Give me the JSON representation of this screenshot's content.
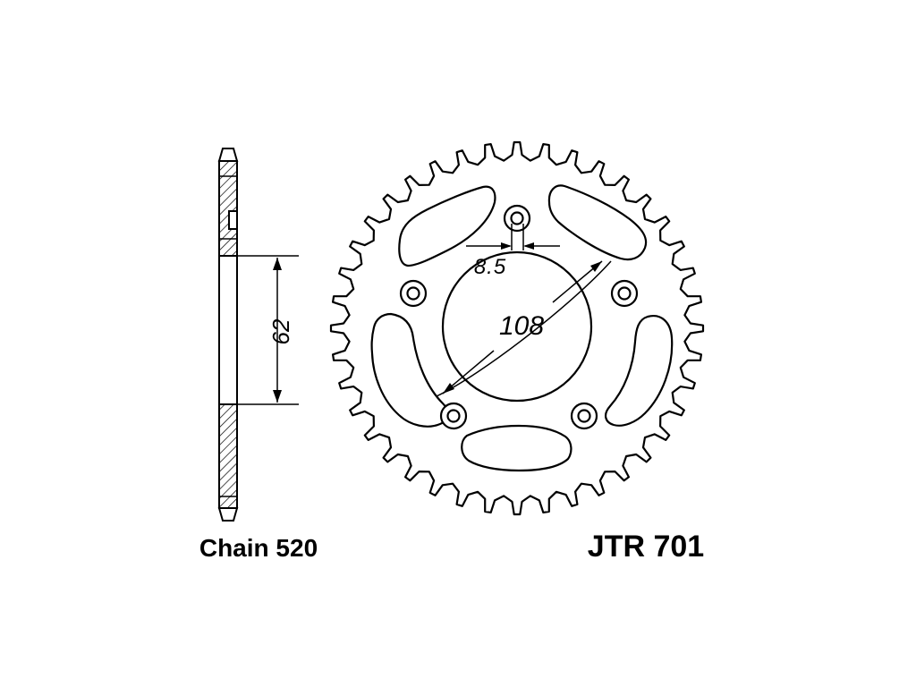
{
  "labels": {
    "chain": "Chain 520",
    "part_number": "JTR 701"
  },
  "dimensions": {
    "bolt_hole": "8.5",
    "bolt_circle": "108",
    "center_bore": "62"
  },
  "colors": {
    "ink": "#000000",
    "paper": "#ffffff"
  }
}
